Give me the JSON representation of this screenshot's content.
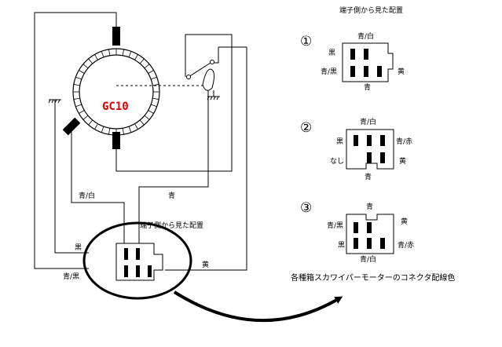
{
  "colors": {
    "ink": "#000000",
    "motor_label": "#e00000"
  },
  "motor": {
    "label": "GC10"
  },
  "wiring": {
    "connector_view_caption": "端子側から見た配置",
    "wire_blue_white": "青/白",
    "wire_blue": "青",
    "wire_black": "黒",
    "wire_blue_black": "青/黒",
    "wire_yellow": "黄"
  },
  "connectors": {
    "header": "端子側から見た配置",
    "c1": {
      "number": "①",
      "top": "青/白",
      "left_upper": "黒",
      "left_lower": "青/黒",
      "right": "黄",
      "bottom": "青"
    },
    "c2": {
      "number": "②",
      "top": "青/白",
      "left_upper": "黒",
      "left_lower": "なし",
      "right_upper": "青/赤",
      "right_lower": "黄",
      "bottom": "青"
    },
    "c3": {
      "number": "③",
      "top": "青",
      "left_upper": "青/黒",
      "left_lower": "黒",
      "right_upper": "黄",
      "right_lower": "青/赤",
      "bottom": "青/白"
    },
    "caption": "各種箱スカワイパーモーターのコネクタ配線色"
  }
}
